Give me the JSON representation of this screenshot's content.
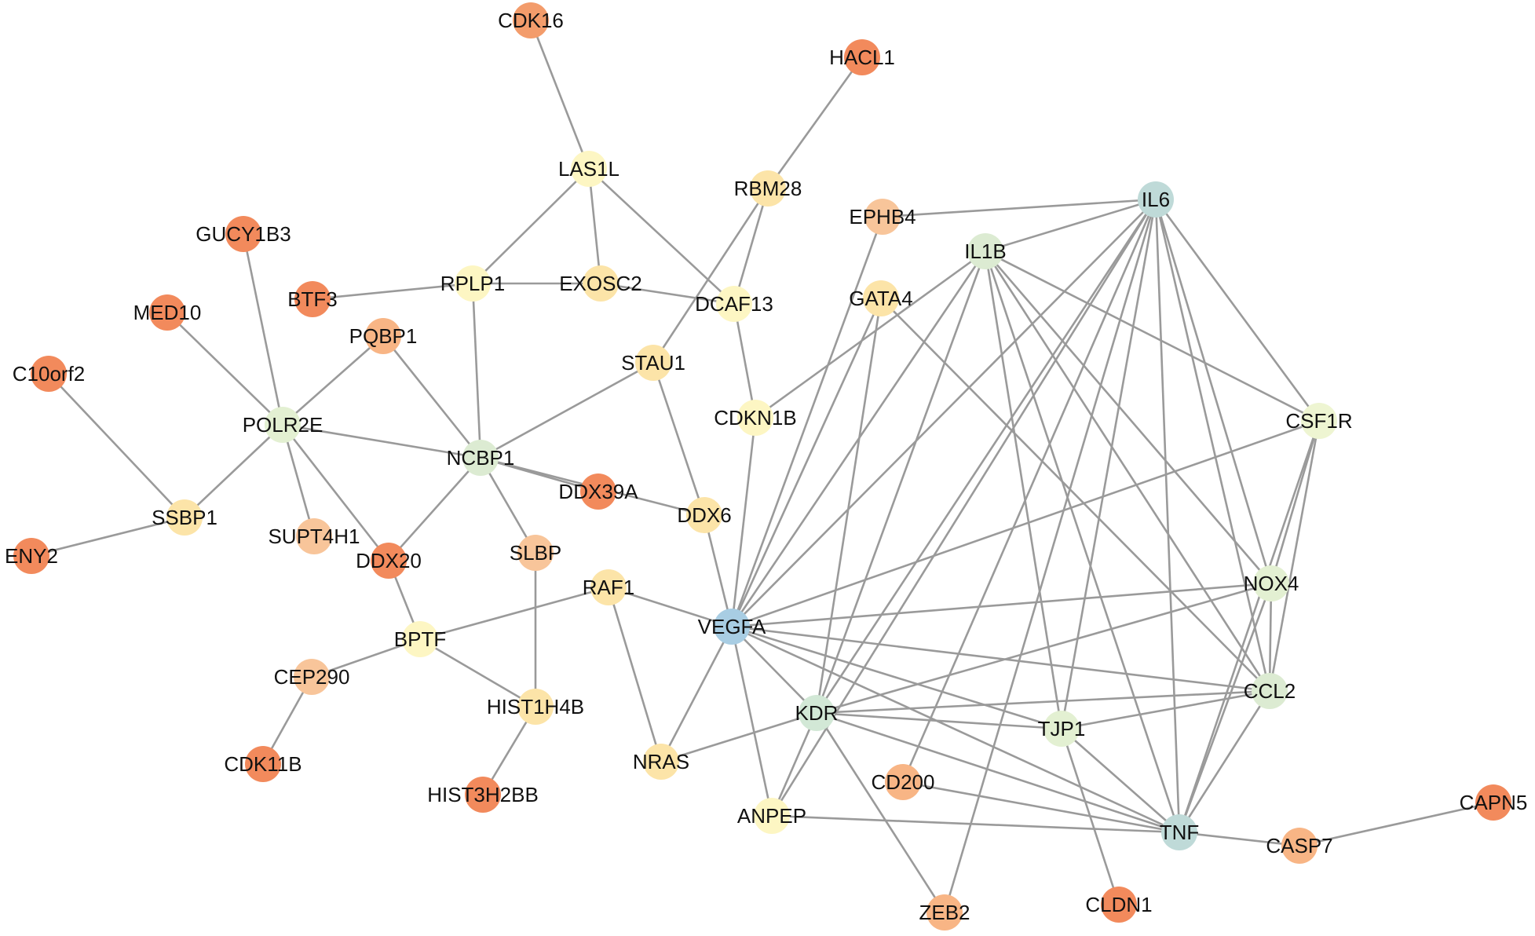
{
  "network": {
    "nodes": [
      {
        "id": "CDK16",
        "label": "CDK16",
        "color": "#F39C6B"
      },
      {
        "id": "HACL1",
        "label": "HACL1",
        "color": "#F28A5C"
      },
      {
        "id": "LAS1L",
        "label": "LAS1L",
        "color": "#FDF6C3"
      },
      {
        "id": "RBM28",
        "label": "RBM28",
        "color": "#FCE4A8"
      },
      {
        "id": "GUCY1B3",
        "label": "GUCY1B3",
        "color": "#F28A5C"
      },
      {
        "id": "BTF3",
        "label": "BTF3",
        "color": "#F28A5C"
      },
      {
        "id": "RPLP1",
        "label": "RPLP1",
        "color": "#FDF6C3"
      },
      {
        "id": "EXOSC2",
        "label": "EXOSC2",
        "color": "#FCE4A8"
      },
      {
        "id": "DCAF13",
        "label": "DCAF13",
        "color": "#FDF6C3"
      },
      {
        "id": "MED10",
        "label": "MED10",
        "color": "#F28A5C"
      },
      {
        "id": "PQBP1",
        "label": "PQBP1",
        "color": "#F8B585"
      },
      {
        "id": "STAU1",
        "label": "STAU1",
        "color": "#FCE4A8"
      },
      {
        "id": "C10orf2",
        "label": "C10orf2",
        "color": "#F28A5C"
      },
      {
        "id": "POLR2E",
        "label": "POLR2E",
        "color": "#E3F0D2"
      },
      {
        "id": "NCBP1",
        "label": "NCBP1",
        "color": "#DCEBD2"
      },
      {
        "id": "CDKN1B",
        "label": "CDKN1B",
        "color": "#FDF6C3"
      },
      {
        "id": "DDX39A",
        "label": "DDX39A",
        "color": "#F28A5C"
      },
      {
        "id": "DDX6",
        "label": "DDX6",
        "color": "#FCE4A8"
      },
      {
        "id": "SSBP1",
        "label": "SSBP1",
        "color": "#FCE4A8"
      },
      {
        "id": "SUPT4H1",
        "label": "SUPT4H1",
        "color": "#F8C59A"
      },
      {
        "id": "DDX20",
        "label": "DDX20",
        "color": "#F28A5C"
      },
      {
        "id": "SLBP",
        "label": "SLBP",
        "color": "#F8C59A"
      },
      {
        "id": "ENY2",
        "label": "ENY2",
        "color": "#F28A5C"
      },
      {
        "id": "RAF1",
        "label": "RAF1",
        "color": "#FCE4A8"
      },
      {
        "id": "BPTF",
        "label": "BPTF",
        "color": "#FDF6C3"
      },
      {
        "id": "VEGFA",
        "label": "VEGFA",
        "color": "#A8CDE3"
      },
      {
        "id": "CEP290",
        "label": "CEP290",
        "color": "#F8C59A"
      },
      {
        "id": "HIST1H4B",
        "label": "HIST1H4B",
        "color": "#FCE4A8"
      },
      {
        "id": "KDR",
        "label": "KDR",
        "color": "#D2E8D6"
      },
      {
        "id": "CDK11B",
        "label": "CDK11B",
        "color": "#F28A5C"
      },
      {
        "id": "NRAS",
        "label": "NRAS",
        "color": "#FCE4A8"
      },
      {
        "id": "HIST3H2BB",
        "label": "HIST3H2BB",
        "color": "#F28A5C"
      },
      {
        "id": "ANPEP",
        "label": "ANPEP",
        "color": "#FDF6C3"
      },
      {
        "id": "EPHB4",
        "label": "EPHB4",
        "color": "#F8C59A"
      },
      {
        "id": "IL6",
        "label": "IL6",
        "color": "#BFDAD8"
      },
      {
        "id": "IL1B",
        "label": "IL1B",
        "color": "#DCEBD2"
      },
      {
        "id": "GATA4",
        "label": "GATA4",
        "color": "#FCE4A8"
      },
      {
        "id": "CSF1R",
        "label": "CSF1R",
        "color": "#EEF5D2"
      },
      {
        "id": "NOX4",
        "label": "NOX4",
        "color": "#E3F0D2"
      },
      {
        "id": "CCL2",
        "label": "CCL2",
        "color": "#DCEBD2"
      },
      {
        "id": "TJP1",
        "label": "TJP1",
        "color": "#E3F0D2"
      },
      {
        "id": "CD200",
        "label": "CD200",
        "color": "#F8B585"
      },
      {
        "id": "TNF",
        "label": "TNF",
        "color": "#BFDAD8"
      },
      {
        "id": "CASP7",
        "label": "CASP7",
        "color": "#F8B585"
      },
      {
        "id": "CAPN5",
        "label": "CAPN5",
        "color": "#F28A5C"
      },
      {
        "id": "ZEB2",
        "label": "ZEB2",
        "color": "#F8B585"
      },
      {
        "id": "CLDN1",
        "label": "CLDN1",
        "color": "#F28A5C"
      }
    ],
    "edges": [
      [
        "CDK16",
        "LAS1L"
      ],
      [
        "HACL1",
        "RBM28"
      ],
      [
        "LAS1L",
        "RPLP1"
      ],
      [
        "LAS1L",
        "EXOSC2"
      ],
      [
        "LAS1L",
        "DCAF13"
      ],
      [
        "RBM28",
        "STAU1"
      ],
      [
        "RBM28",
        "DCAF13"
      ],
      [
        "BTF3",
        "RPLP1"
      ],
      [
        "RPLP1",
        "EXOSC2"
      ],
      [
        "EXOSC2",
        "DCAF13"
      ],
      [
        "RPLP1",
        "NCBP1"
      ],
      [
        "DCAF13",
        "CDKN1B"
      ],
      [
        "GUCY1B3",
        "POLR2E"
      ],
      [
        "MED10",
        "POLR2E"
      ],
      [
        "PQBP1",
        "POLR2E"
      ],
      [
        "PQBP1",
        "NCBP1"
      ],
      [
        "C10orf2",
        "SSBP1"
      ],
      [
        "POLR2E",
        "NCBP1"
      ],
      [
        "POLR2E",
        "SSBP1"
      ],
      [
        "POLR2E",
        "SUPT4H1"
      ],
      [
        "POLR2E",
        "DDX20"
      ],
      [
        "ENY2",
        "SSBP1"
      ],
      [
        "STAU1",
        "NCBP1"
      ],
      [
        "STAU1",
        "DDX6"
      ],
      [
        "NCBP1",
        "DDX39A"
      ],
      [
        "NCBP1",
        "DDX6"
      ],
      [
        "NCBP1",
        "SLBP"
      ],
      [
        "NCBP1",
        "DDX20"
      ],
      [
        "DDX20",
        "BPTF"
      ],
      [
        "SLBP",
        "HIST1H4B"
      ],
      [
        "RAF1",
        "BPTF"
      ],
      [
        "RAF1",
        "VEGFA"
      ],
      [
        "RAF1",
        "NRAS"
      ],
      [
        "BPTF",
        "CEP290"
      ],
      [
        "BPTF",
        "HIST1H4B"
      ],
      [
        "CEP290",
        "CDK11B"
      ],
      [
        "HIST1H4B",
        "HIST3H2BB"
      ],
      [
        "CDKN1B",
        "VEGFA"
      ],
      [
        "DDX6",
        "VEGFA"
      ],
      [
        "VEGFA",
        "NRAS"
      ],
      [
        "VEGFA",
        "ANPEP"
      ],
      [
        "VEGFA",
        "KDR"
      ],
      [
        "VEGFA",
        "TJP1"
      ],
      [
        "VEGFA",
        "TNF"
      ],
      [
        "VEGFA",
        "CCL2"
      ],
      [
        "VEGFA",
        "NOX4"
      ],
      [
        "VEGFA",
        "CSF1R"
      ],
      [
        "VEGFA",
        "IL6"
      ],
      [
        "VEGFA",
        "IL1B"
      ],
      [
        "VEGFA",
        "GATA4"
      ],
      [
        "VEGFA",
        "EPHB4"
      ],
      [
        "KDR",
        "NRAS"
      ],
      [
        "KDR",
        "ANPEP"
      ],
      [
        "KDR",
        "IL6"
      ],
      [
        "KDR",
        "IL1B"
      ],
      [
        "KDR",
        "GATA4"
      ],
      [
        "KDR",
        "TJP1"
      ],
      [
        "KDR",
        "CCL2"
      ],
      [
        "KDR",
        "NOX4"
      ],
      [
        "KDR",
        "TNF"
      ],
      [
        "KDR",
        "ZEB2"
      ],
      [
        "ANPEP",
        "IL6"
      ],
      [
        "ANPEP",
        "TNF"
      ],
      [
        "EPHB4",
        "IL6"
      ],
      [
        "IL6",
        "IL1B"
      ],
      [
        "IL6",
        "CSF1R"
      ],
      [
        "IL6",
        "NOX4"
      ],
      [
        "IL6",
        "CCL2"
      ],
      [
        "IL6",
        "TJP1"
      ],
      [
        "IL6",
        "TNF"
      ],
      [
        "IL6",
        "CD200"
      ],
      [
        "IL6",
        "ZEB2"
      ],
      [
        "IL1B",
        "CSF1R"
      ],
      [
        "IL1B",
        "NOX4"
      ],
      [
        "IL1B",
        "CCL2"
      ],
      [
        "IL1B",
        "TJP1"
      ],
      [
        "IL1B",
        "TNF"
      ],
      [
        "IL1B",
        "CDKN1B"
      ],
      [
        "GATA4",
        "CCL2"
      ],
      [
        "CSF1R",
        "NOX4"
      ],
      [
        "CSF1R",
        "CCL2"
      ],
      [
        "CSF1R",
        "TNF"
      ],
      [
        "NOX4",
        "CCL2"
      ],
      [
        "NOX4",
        "TNF"
      ],
      [
        "CCL2",
        "TJP1"
      ],
      [
        "CCL2",
        "TNF"
      ],
      [
        "TJP1",
        "TNF"
      ],
      [
        "TJP1",
        "CLDN1"
      ],
      [
        "CD200",
        "TNF"
      ],
      [
        "TNF",
        "CASP7"
      ],
      [
        "CASP7",
        "CAPN5"
      ]
    ]
  }
}
